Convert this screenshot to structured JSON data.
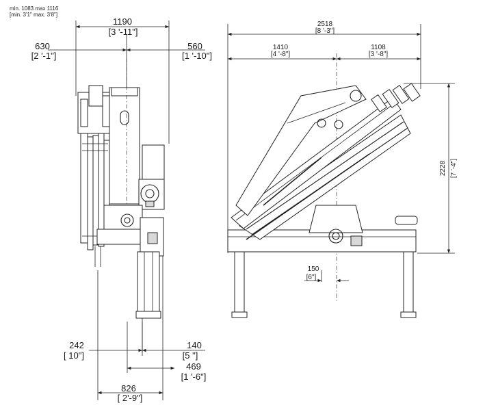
{
  "notes": {
    "line1": "min. 1083 max 1116",
    "line2": "[min. 3'1\" max. 3'8\"]"
  },
  "dims_left": {
    "width_top": {
      "value": "1190",
      "imperial": "[3 '-11\"]"
    },
    "left_offset": {
      "value": "630",
      "imperial": "[2 '-1\"]"
    },
    "right_offset": {
      "value": "560",
      "imperial": "[1 '-10\"]"
    },
    "base_left": {
      "value": "242",
      "imperial": "[ 10\"]"
    },
    "base_right": {
      "value": "140",
      "imperial": "[5 \"]"
    },
    "base_mid": {
      "value": "469",
      "imperial": "[1 '-6\"]"
    },
    "base_total": {
      "value": "826",
      "imperial": "[ 2'-9\"]"
    }
  },
  "dims_right": {
    "total_length": {
      "value": "2518",
      "imperial": "[8 '-3\"]"
    },
    "front_part": {
      "value": "1410",
      "imperial": "[4 '-8\"]"
    },
    "rear_part": {
      "value": "1108",
      "imperial": "[3 '-8\"]"
    },
    "height": {
      "value": "2228",
      "imperial": "[7 '-4\"]"
    },
    "leg_offset": {
      "value": "150",
      "imperial": "[6\"]"
    }
  }
}
